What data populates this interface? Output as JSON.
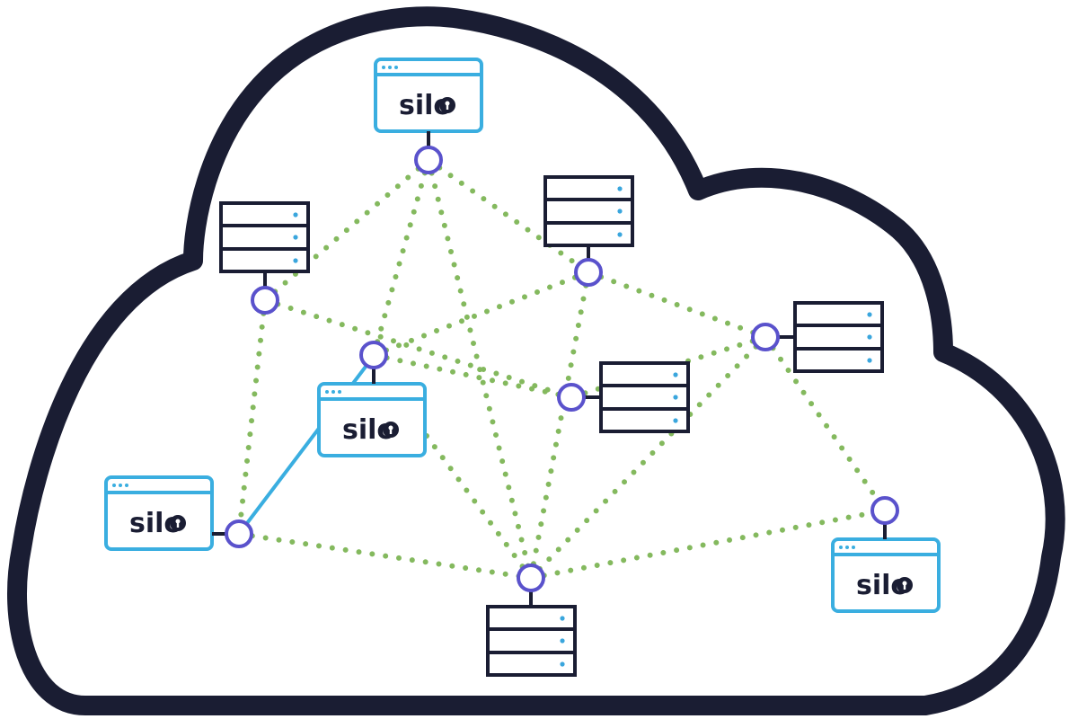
{
  "diagram": {
    "silo_label": "silo"
  },
  "colors": {
    "cloud_outline": "#1a1d33",
    "server_stroke": "#1a1d33",
    "server_led": "#3aa6dd",
    "silo_frame": "#3aaee0",
    "silo_text": "#1a1d33",
    "node_stroke": "#5a52cc",
    "mesh_link": "#84b95e",
    "direct_link": "#3aaee0",
    "background": "#ffffff"
  },
  "icons": {
    "cloud": "cloud-outline",
    "server": "server-rack-icon",
    "silo_window": "browser-window-icon",
    "lock": "keyhole-lock-icon",
    "node": "network-node-circle"
  }
}
